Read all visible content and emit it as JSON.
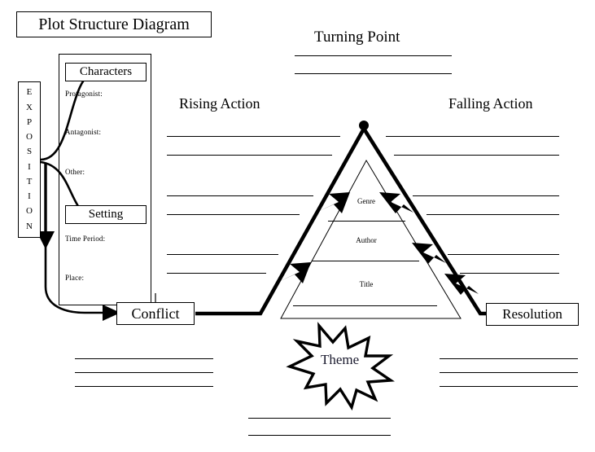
{
  "title": {
    "text": "Plot Structure Diagram"
  },
  "exposition": {
    "label": "EXPOSITION",
    "letters": [
      "E",
      "X",
      "P",
      "O",
      "S",
      "I",
      "T",
      "I",
      "O",
      "N"
    ]
  },
  "characters": {
    "heading": "Characters",
    "fields": [
      "Protagonist:",
      "Antagonist:",
      "Other:"
    ]
  },
  "setting": {
    "heading": "Setting",
    "fields": [
      "Time Period:",
      "Place:"
    ]
  },
  "conflict": {
    "label": "Conflict",
    "line_count": 3
  },
  "resolution": {
    "label": "Resolution",
    "line_count": 3
  },
  "turning_point": {
    "label": "Turning Point",
    "line_count": 2
  },
  "rising_action": {
    "label": "Rising Action",
    "line_count": 6
  },
  "falling_action": {
    "label": "Falling Action",
    "line_count": 6
  },
  "theme": {
    "label": "Theme",
    "line_count": 2
  },
  "book_triangle": {
    "labels": [
      "Genre",
      "Author",
      "Title"
    ]
  },
  "colors": {
    "ink": "#000000",
    "background": "#ffffff",
    "theme_text": "#1a1a2e"
  }
}
